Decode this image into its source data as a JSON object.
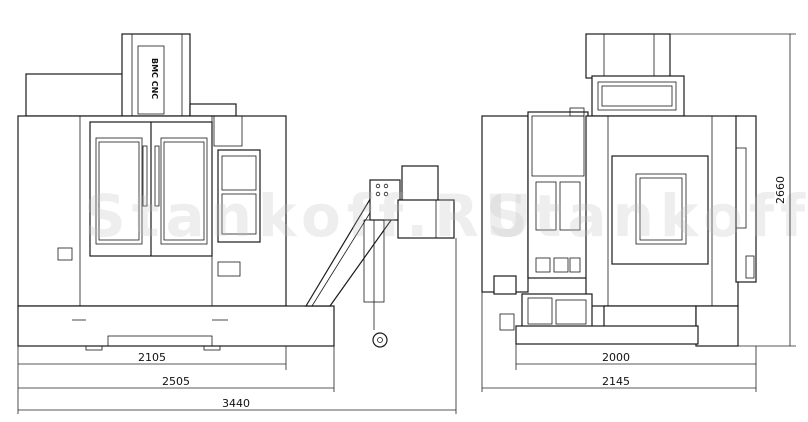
{
  "brand_label": "BMC CNC",
  "watermark": "Stankoff.RU",
  "dimensions": {
    "front_machine_width": "2105",
    "front_with_conveyor": "2505",
    "front_total": "3440",
    "side_depth": "2000",
    "side_total": "2145",
    "side_height": "2660"
  }
}
